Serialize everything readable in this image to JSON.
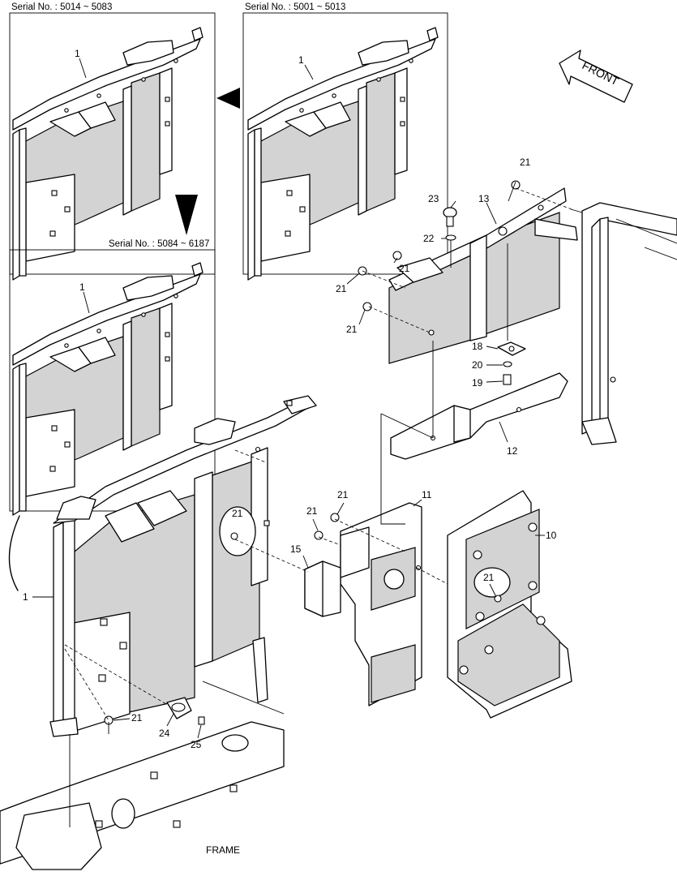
{
  "insets": [
    {
      "serial_label": "Serial No. : 5014 ~ 5083",
      "part_label": "1"
    },
    {
      "serial_label": "Serial No. : 5001 ~ 5013",
      "part_label": "1"
    },
    {
      "serial_label": "Serial No. : 5084 ~ 6187",
      "part_label": "1"
    }
  ],
  "front_label": "FRONT",
  "frame_label": "FRAME",
  "callouts": {
    "c1_main": "1",
    "c10": "10",
    "c11": "11",
    "c12": "12",
    "c13": "13",
    "c15": "15",
    "c18": "18",
    "c19": "19",
    "c20": "20",
    "c22": "22",
    "c23": "23",
    "c24": "24",
    "c25": "25",
    "c21_a": "21",
    "c21_b": "21",
    "c21_c": "21",
    "c21_d": "21",
    "c21_e": "21",
    "c21_f": "21",
    "c21_g": "21",
    "c21_h": "21",
    "c21_i": "21"
  }
}
